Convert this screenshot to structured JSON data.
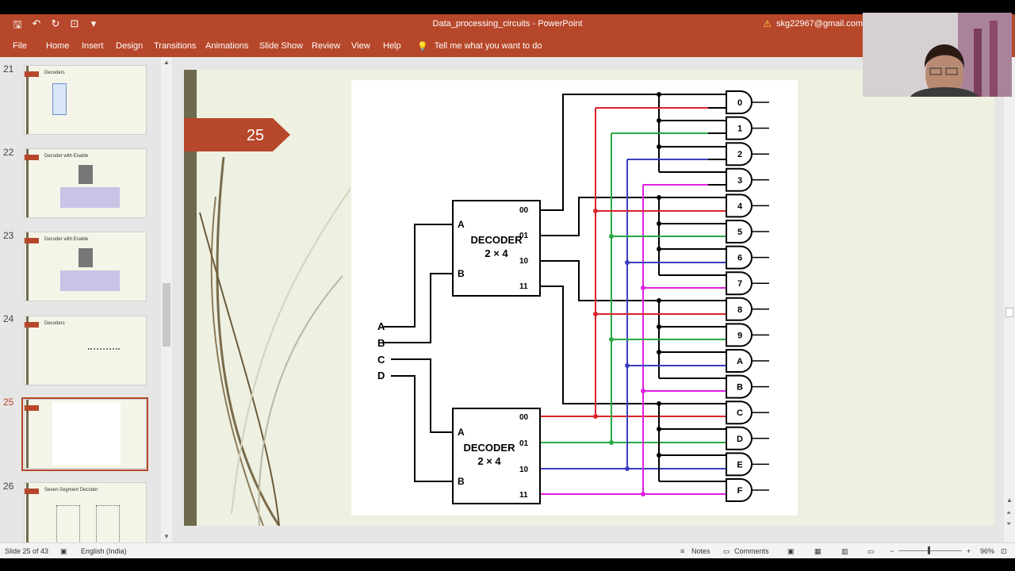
{
  "window": {
    "title": "Data_processing_circuits - PowerPoint",
    "account": "skg22967@gmail.com"
  },
  "ribbon": {
    "tabs": [
      "File",
      "Home",
      "Insert",
      "Design",
      "Transitions",
      "Animations",
      "Slide Show",
      "Review",
      "View",
      "Help"
    ],
    "tell_me": "Tell me what you want to do"
  },
  "thumbnails": [
    {
      "num": "21",
      "title": "Decoders"
    },
    {
      "num": "22",
      "title": "Decoder with Enable"
    },
    {
      "num": "23",
      "title": "Decoder with Enable"
    },
    {
      "num": "24",
      "title": "Decoders"
    },
    {
      "num": "25",
      "title": ""
    },
    {
      "num": "26",
      "title": "Seven-Segment Decoder"
    }
  ],
  "slide": {
    "number": "25",
    "decoder_label": "DECODER",
    "decoder_size": "2 × 4",
    "input_labels": [
      "A",
      "B",
      "C",
      "D"
    ],
    "pin_a": "A",
    "pin_b": "B",
    "outputs": [
      "00",
      "01",
      "10",
      "11"
    ],
    "gate_labels": [
      "0",
      "1",
      "2",
      "3",
      "4",
      "5",
      "6",
      "7",
      "8",
      "9",
      "A",
      "B",
      "C",
      "D",
      "E",
      "F"
    ]
  },
  "status": {
    "slide_info": "Slide 25 of 43",
    "language": "English (India)",
    "notes": "Notes",
    "comments": "Comments",
    "zoom": "96%"
  },
  "colors": {
    "accent": "#b7472a",
    "wire_red": "#d9252b",
    "wire_green": "#2aa84a",
    "wire_blue": "#3a3fbf",
    "wire_magenta": "#e020e0"
  }
}
